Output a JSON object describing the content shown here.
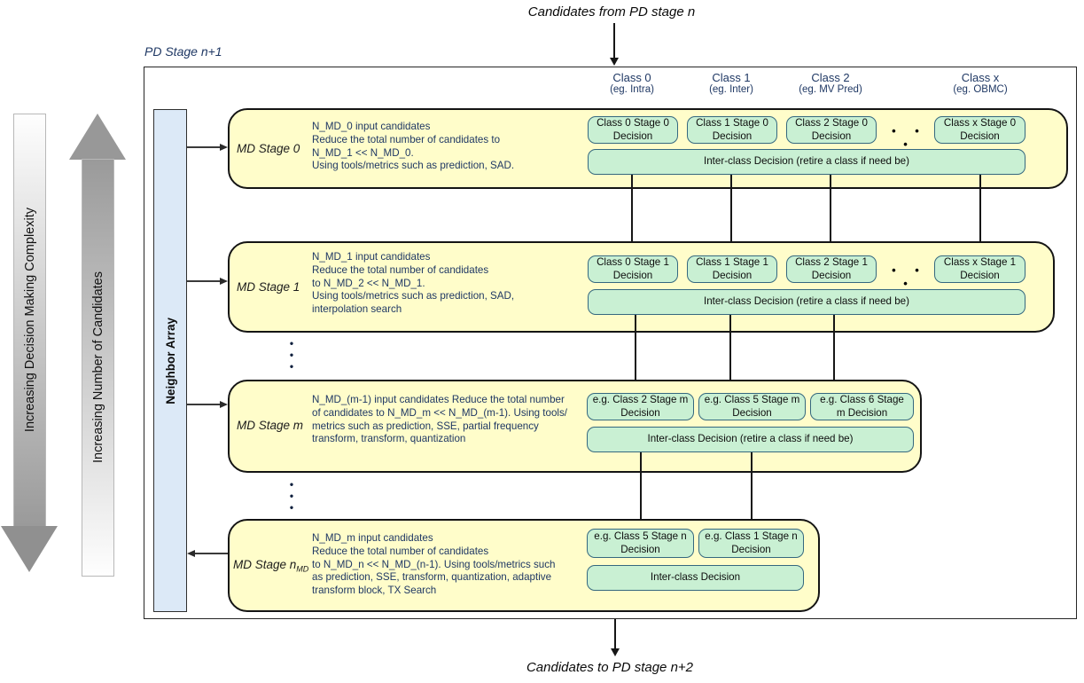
{
  "labels": {
    "top_flow": "Candidates from PD stage n",
    "bottom_flow": "Candidates to PD stage n+2",
    "pd_stage": "PD Stage n+1"
  },
  "side": {
    "complexity_arrow": "Increasing Decision Making Complexity",
    "candidates_arrow": "Increasing Number of Candidates",
    "neighbor_array": "Neighbor Array"
  },
  "class_headers": [
    {
      "name": "Class 0",
      "example": "(eg. Intra)"
    },
    {
      "name": "Class 1",
      "example": "(eg. Inter)"
    },
    {
      "name": "Class 2",
      "example": "(eg. MV Pred)"
    },
    {
      "name": "Class x",
      "example": "(eg. OBMC)"
    }
  ],
  "ellipsis_h": "• • •",
  "ellipsis_v": "•\n•\n•",
  "stages": [
    {
      "label": "MD Stage 0",
      "description": "N_MD_0 input candidates\nReduce the total number of candidates to\nN_MD_1 << N_MD_0.\nUsing tools/metrics such as prediction, SAD.",
      "decisions": [
        "Class 0 Stage 0 Decision",
        "Class 1 Stage 0 Decision",
        "Class 2 Stage 0 Decision",
        "Class x Stage 0 Decision"
      ],
      "inter_class": "Inter-class Decision (retire a class if need be)"
    },
    {
      "label": "MD Stage 1",
      "description": "N_MD_1 input candidates\nReduce the total number of candidates\nto N_MD_2 << N_MD_1.\nUsing tools/metrics such as prediction, SAD,\ninterpolation search",
      "decisions": [
        "Class 0 Stage 1 Decision",
        "Class 1 Stage 1 Decision",
        "Class 2 Stage 1 Decision",
        "Class x Stage 1 Decision"
      ],
      "inter_class": "Inter-class Decision (retire a class if need be)"
    },
    {
      "label": "MD Stage m",
      "description": "N_MD_(m-1) input candidates Reduce the total number\nof candidates to N_MD_m << N_MD_(m-1). Using tools/\nmetrics such as prediction, SSE, partial frequency\ntransform, transform, quantization",
      "decisions": [
        "e.g. Class 2 Stage m Decision",
        "e.g. Class 5 Stage m Decision",
        "e.g. Class 6 Stage m Decision"
      ],
      "inter_class": "Inter-class Decision (retire a class if need be)"
    },
    {
      "label": "MD Stage n",
      "label_sub": "MD",
      "description": "N_MD_m input candidates\nReduce the total number of candidates\nto N_MD_n << N_MD_(n-1). Using tools/metrics such\nas prediction, SSE, transform, quantization, adaptive\ntransform block, TX Search",
      "decisions": [
        "e.g. Class 5 Stage n Decision",
        "e.g. Class 1 Stage n Decision"
      ],
      "inter_class": "Inter-class Decision"
    }
  ],
  "colors": {
    "stage_fill": "#fffdca",
    "decision_fill": "#c9f0d3",
    "decision_border": "#35687f",
    "neighbor_fill": "#dce9f7",
    "navy_text": "#1f3864",
    "gray_arrow": "#909090"
  }
}
